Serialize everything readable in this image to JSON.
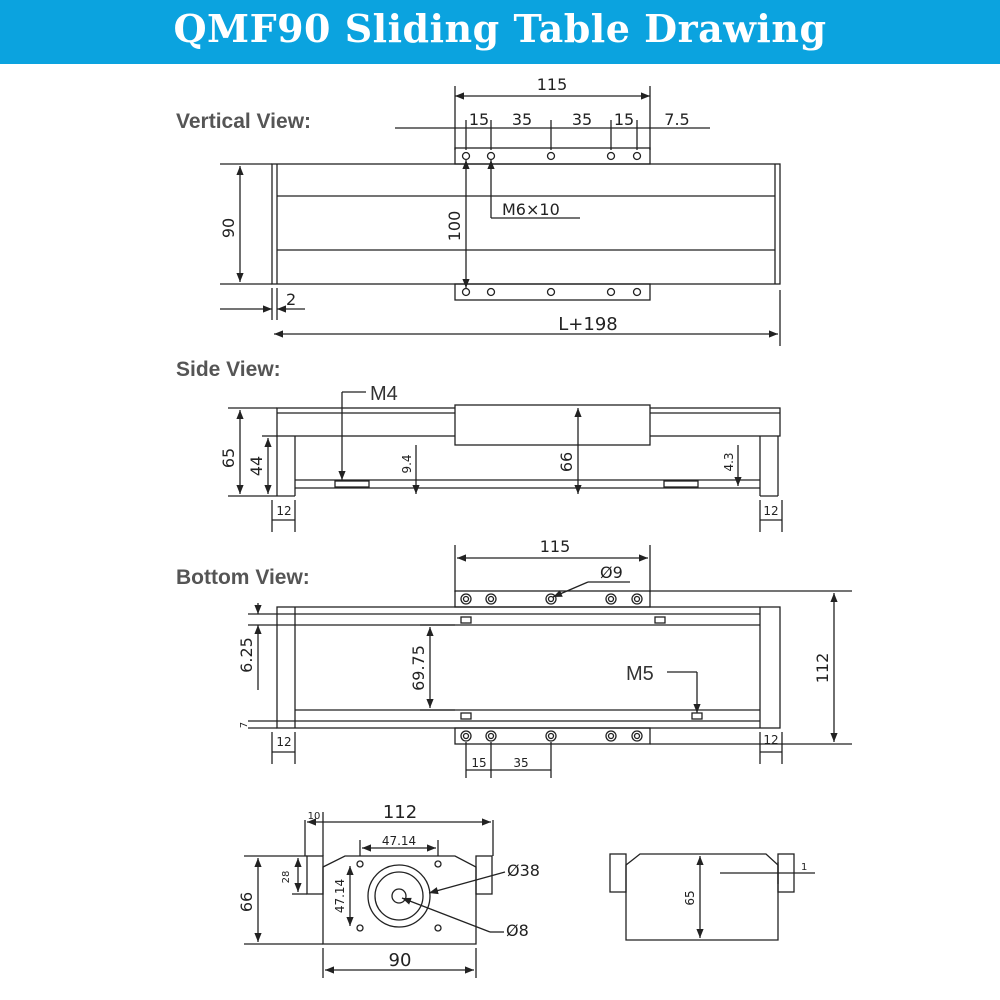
{
  "title": "QMF90 Sliding Table Drawing",
  "colors": {
    "header_bg": "#0ba3df",
    "header_text": "#ffffff",
    "line": "#222222",
    "label": "#555555"
  },
  "views": {
    "vertical": "Vertical View:",
    "side": "Side View:",
    "bottom": "Bottom View:"
  },
  "dims": {
    "top_115": "115",
    "top_15a": "15",
    "top_35a": "35",
    "top_35b": "35",
    "top_15b": "15",
    "top_7_5": "7.5",
    "vert_90": "90",
    "vert_100": "100",
    "vert_m6": "M6×10",
    "vert_2": "2",
    "vert_l198": "L+198",
    "side_m4": "M4",
    "side_65": "65",
    "side_44": "44",
    "side_9_4": "9.4",
    "side_66": "66",
    "side_4_3": "4.3",
    "side_12a": "12",
    "side_12b": "12",
    "bot_115": "115",
    "bot_d9": "Ø9",
    "bot_6_25": "6.25",
    "bot_69_75": "69.75",
    "bot_m5": "M5",
    "bot_112": "112",
    "bot_7": "7",
    "bot_12a": "12",
    "bot_12b": "12",
    "bot_15": "15",
    "bot_35": "35",
    "end_10": "10",
    "end_112": "112",
    "end_47_14a": "47.14",
    "end_28": "28",
    "end_66": "66",
    "end_47_14b": "47.14",
    "end_d38": "Ø38",
    "end_d8": "Ø8",
    "end_90": "90",
    "end2_65": "65",
    "end2_1": "1"
  }
}
